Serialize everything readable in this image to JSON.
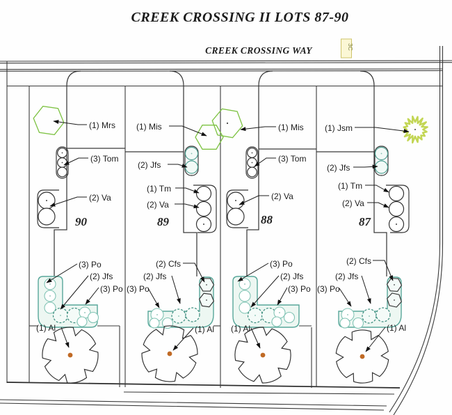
{
  "title": "CREEK CROSSING II LOTS 87-90",
  "street": {
    "name": "CREEK CROSSING WAY",
    "revision_tag": "3C"
  },
  "colors": {
    "hexagon_tree_green": "#7dc242",
    "starburst_green": "#c3d655",
    "shrub_teal": "#58a79a",
    "bed_fill": "#edf7f2",
    "tree_trunk_orange": "#c06a25",
    "drawing_line": "#2e2e2e",
    "tag_background": "#fbf7d5",
    "tag_border": "#cfc46a"
  },
  "lots": [
    {
      "number": "90",
      "plants": [
        "(1) Mrs",
        "(3) Tom",
        "(2) Va",
        "(3) Po",
        "(2) Jfs",
        "(3) Po",
        "(1) Al"
      ]
    },
    {
      "number": "89",
      "plants": [
        "(1) Mis",
        "(2) Jfs",
        "(1) Tm",
        "(2) Va",
        "(2) Cfs",
        "(2) Jfs",
        "(3) Po",
        "(1) Al"
      ]
    },
    {
      "number": "88",
      "plants": [
        "(1) Mis",
        "(3) Tom",
        "(2) Va",
        "(3) Po",
        "(2) Jfs",
        "(3) Po",
        "(1) Al"
      ]
    },
    {
      "number": "87",
      "plants": [
        "(1) Jsm",
        "(2) Jfs",
        "(1) Tm",
        "(2) Va",
        "(2) Cfs",
        "(2) Jfs",
        "(3) Po",
        "(1) Al"
      ]
    }
  ]
}
